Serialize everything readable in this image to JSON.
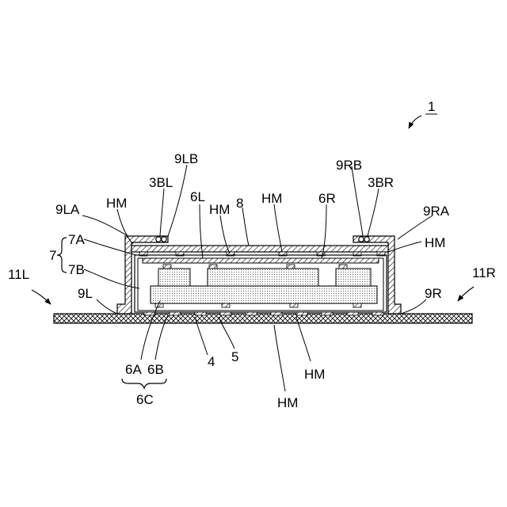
{
  "figure": {
    "ref_main": "1",
    "labels": {
      "l9LB": "9LB",
      "l3BL": "3BL",
      "l9RB": "9RB",
      "l3BR": "3BR",
      "l9LA": "9LA",
      "lHM_tl": "HM",
      "l6L": "6L",
      "lHM_in": "HM",
      "l8": "8",
      "lHM_top": "HM",
      "l6R": "6R",
      "l9RA": "9RA",
      "lHM_r": "HM",
      "l7": "7",
      "l7A": "7A",
      "l7B": "7B",
      "l11L": "11L",
      "l11R": "11R",
      "l9L": "9L",
      "l9R": "9R",
      "l6A": "6A",
      "l6B": "6B",
      "l6C": "6C",
      "l4": "4",
      "l5": "5",
      "lHM_b1": "HM",
      "lHM_b2": "HM"
    }
  }
}
